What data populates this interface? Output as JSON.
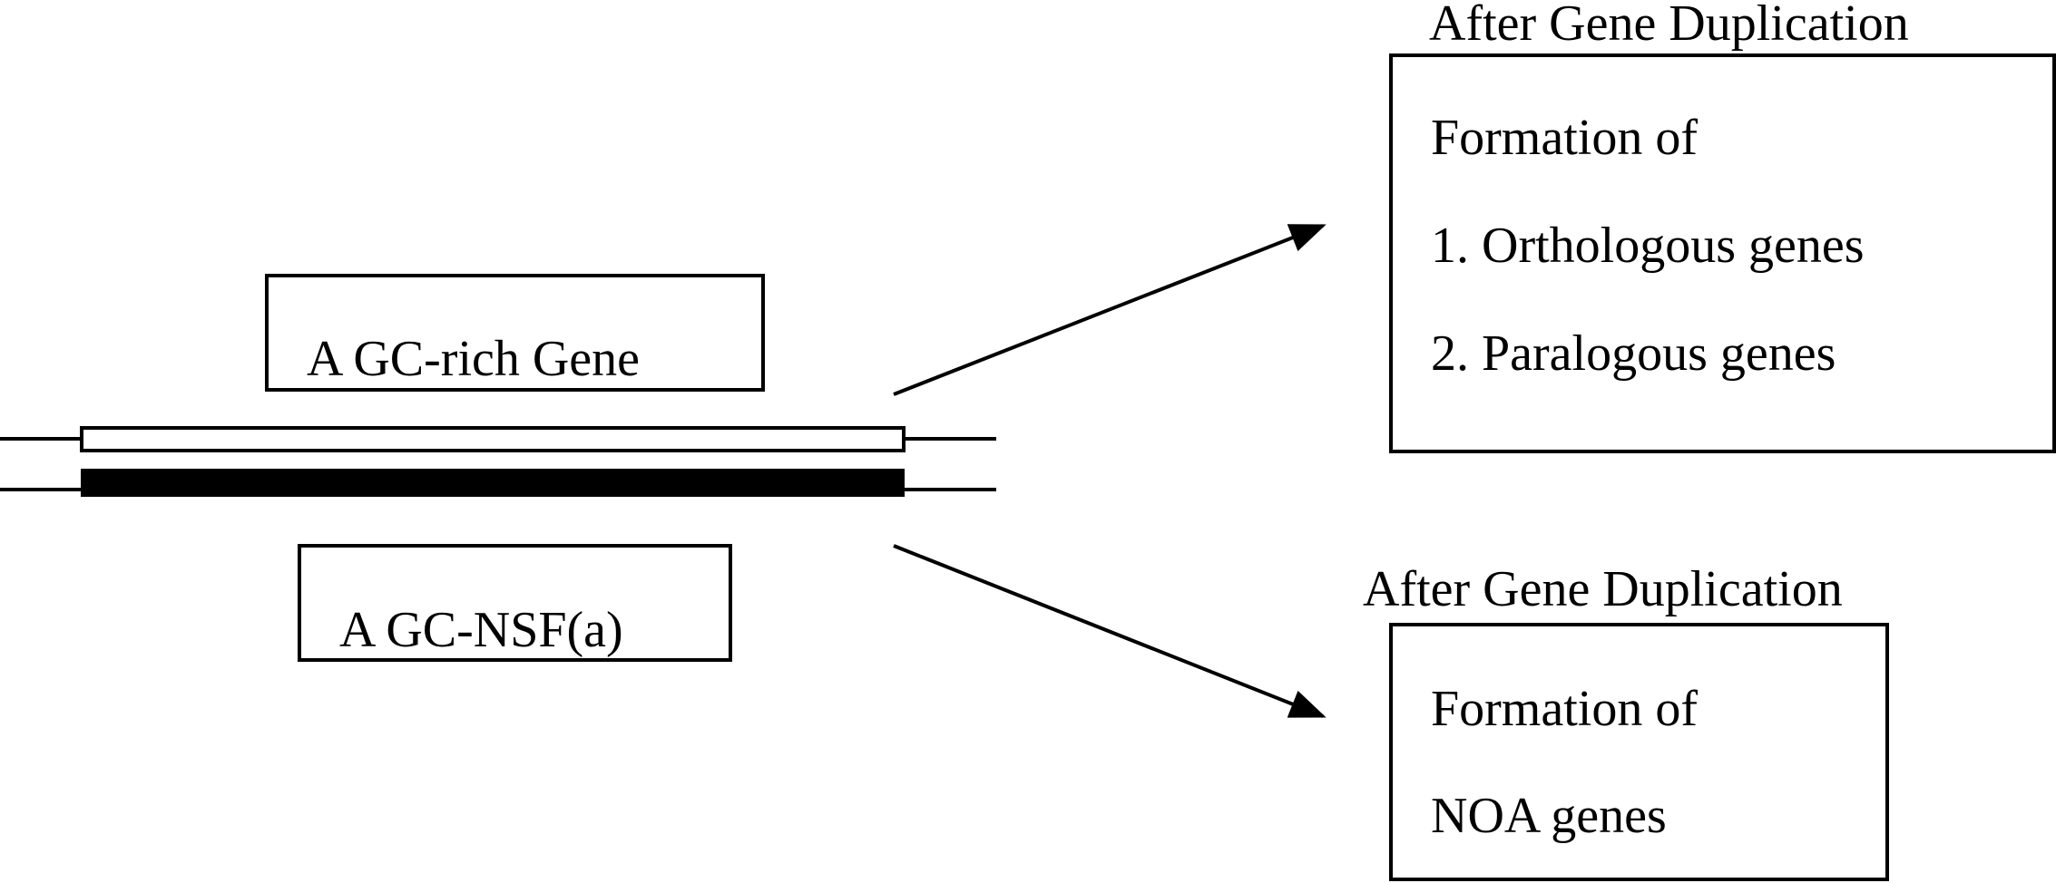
{
  "gene": {
    "top_label": "A GC-rich Gene",
    "bottom_label": "A GC-NSF(a)"
  },
  "outcome_top": {
    "heading": "After Gene Duplication",
    "lines": [
      "Formation of",
      "1. Orthologous genes",
      "2. Paralogous genes"
    ]
  },
  "outcome_bottom": {
    "heading": "After Gene Duplication",
    "lines": [
      "Formation of",
      "NOA genes"
    ]
  },
  "colors": {
    "ink": "#000000",
    "background": "#ffffff"
  }
}
